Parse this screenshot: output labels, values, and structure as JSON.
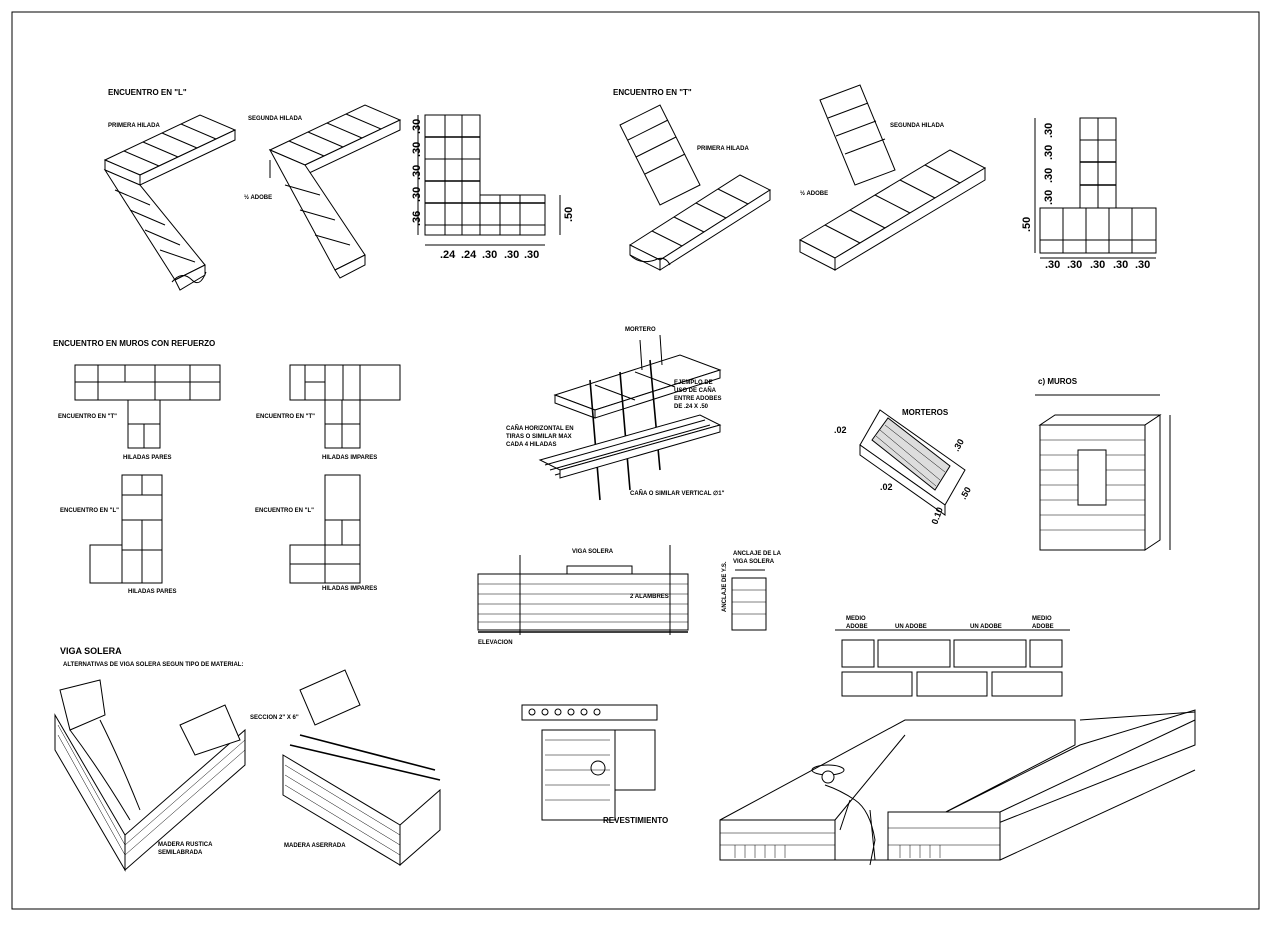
{
  "sheet": {
    "encuentro_l_title": "ENCUENTRO EN \"L\"",
    "primera_hilada": "PRIMERA HILADA",
    "segunda_hilada": "SEGUNDA HILADA",
    "adobe_label": "½ ADOBE",
    "encuentro_t_title": "ENCUENTRO EN \"T\"",
    "l_grid": {
      "dim_v": [
        ".30",
        ".30",
        ".30",
        ".30"
      ],
      "dim_v_bottom": ".36",
      "dim_h": [
        ".24",
        ".24",
        ".30",
        ".30",
        ".30"
      ],
      "dim_right": ".50"
    },
    "t_grid": {
      "dim_v": [
        ".30",
        ".30",
        ".30",
        ".30"
      ],
      "dim_v_bottom": ".50",
      "dim_h": [
        ".30",
        ".30",
        ".30",
        ".30",
        ".30"
      ]
    },
    "refuerzo_title": "ENCUENTRO EN MUROS CON REFUERZO",
    "encuentro_t": "ENCUENTRO EN \"T\"",
    "encuentro_l": "ENCUENTRO EN \"L\"",
    "hiladas_pares": "HILADAS PARES",
    "hiladas_impares": "HILADAS IMPARES",
    "mortero": "MORTERO",
    "cana_horizontal": [
      "CAÑA HORIZONTAL EN",
      "TIRAS O SIMILAR MAX",
      "CADA 4 HILADAS"
    ],
    "ejemplo_uso": [
      "EJEMPLO DE",
      "USO DE CAÑA",
      "ENTRE ADOBES",
      "DE .24 X .50"
    ],
    "cana_vertical": "CAÑA O SIMILAR VERTICAL ∅1\"",
    "morteros": "MORTEROS",
    "morteros_dims": [
      ".02",
      ".02",
      ".30",
      ".50",
      "0.10"
    ],
    "muros_title": "c) MUROS",
    "viga_solera_label": "VIGA SOLERA",
    "alambres": "2 ALAMBRES",
    "elevacion": "ELEVACION",
    "anclaje": [
      "ANCLAJE DE LA",
      "VIGA SOLERA"
    ],
    "anclaje_side": "ANCLAJE DE Y.S.",
    "medio_adobe": [
      "MEDIO",
      "ADOBE"
    ],
    "un_adobe": "UN ADOBE",
    "viga_solera_title": "VIGA SOLERA",
    "alternativas": "ALTERNATIVAS DE VIGA SOLERA SEGUN TIPO DE MATERIAL:",
    "seccion": "SECCION 2\" X 6\"",
    "madera_rustica": [
      "MADERA RUSTICA",
      "SEMILABRADA"
    ],
    "madera_aserrada": "MADERA ASERRADA",
    "revestimiento": "REVESTIMIENTO"
  }
}
